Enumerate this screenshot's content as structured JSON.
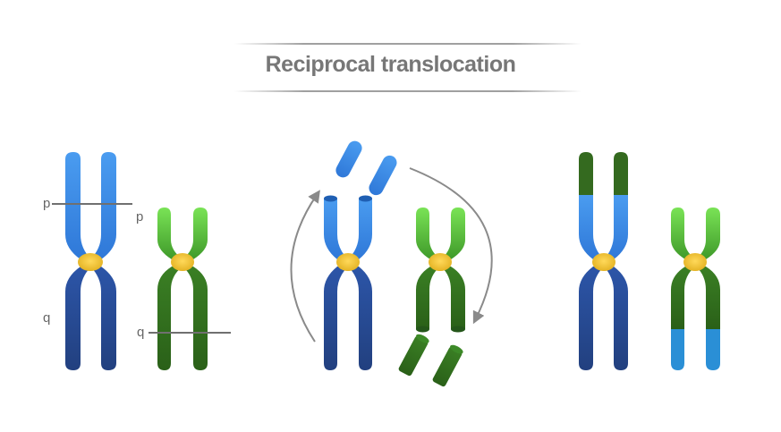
{
  "title": "Reciprocal translocation",
  "labels": {
    "p_left": "p",
    "q_left": "q",
    "p_right": "p",
    "q_right": "q"
  },
  "colors": {
    "blue_light": "#3f8fe8",
    "blue_dark": "#26468f",
    "green_light": "#6fdc4b",
    "green_dark": "#2e6a1c",
    "centromere": "#f0c43a",
    "cyan": "#2a8fd6",
    "arrow": "#8a8a8a"
  }
}
